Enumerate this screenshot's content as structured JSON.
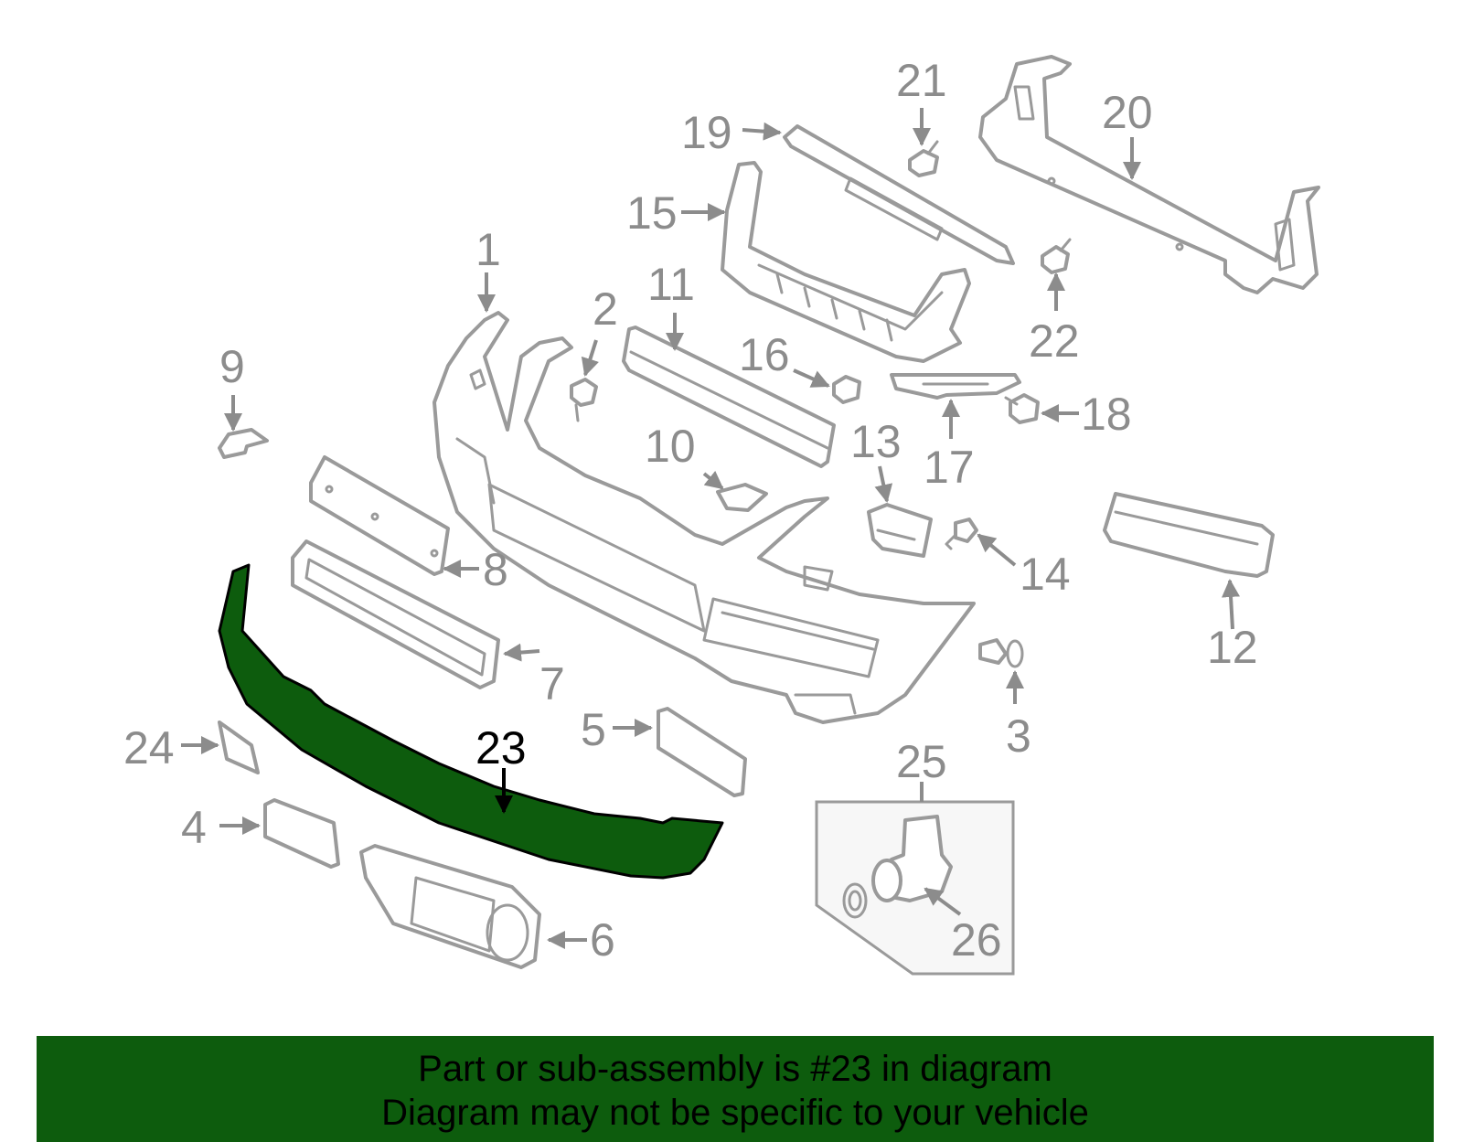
{
  "diagram": {
    "highlighted_part": "23",
    "labels": {
      "p1": "1",
      "p2": "2",
      "p3": "3",
      "p4": "4",
      "p5": "5",
      "p6": "6",
      "p7": "7",
      "p8": "8",
      "p9": "9",
      "p10": "10",
      "p11": "11",
      "p12": "12",
      "p13": "13",
      "p14": "14",
      "p15": "15",
      "p16": "16",
      "p17": "17",
      "p18": "18",
      "p19": "19",
      "p20": "20",
      "p21": "21",
      "p22": "22",
      "p23": "23",
      "p24": "24",
      "p25": "25",
      "p26": "26"
    },
    "colors": {
      "highlight": "#0d5c0d",
      "outline": "#9a9a9a",
      "label": "#8c8c8c"
    }
  },
  "banner": {
    "line1": "Part or sub-assembly is #23 in diagram",
    "line2": "Diagram may not be specific to your vehicle"
  }
}
